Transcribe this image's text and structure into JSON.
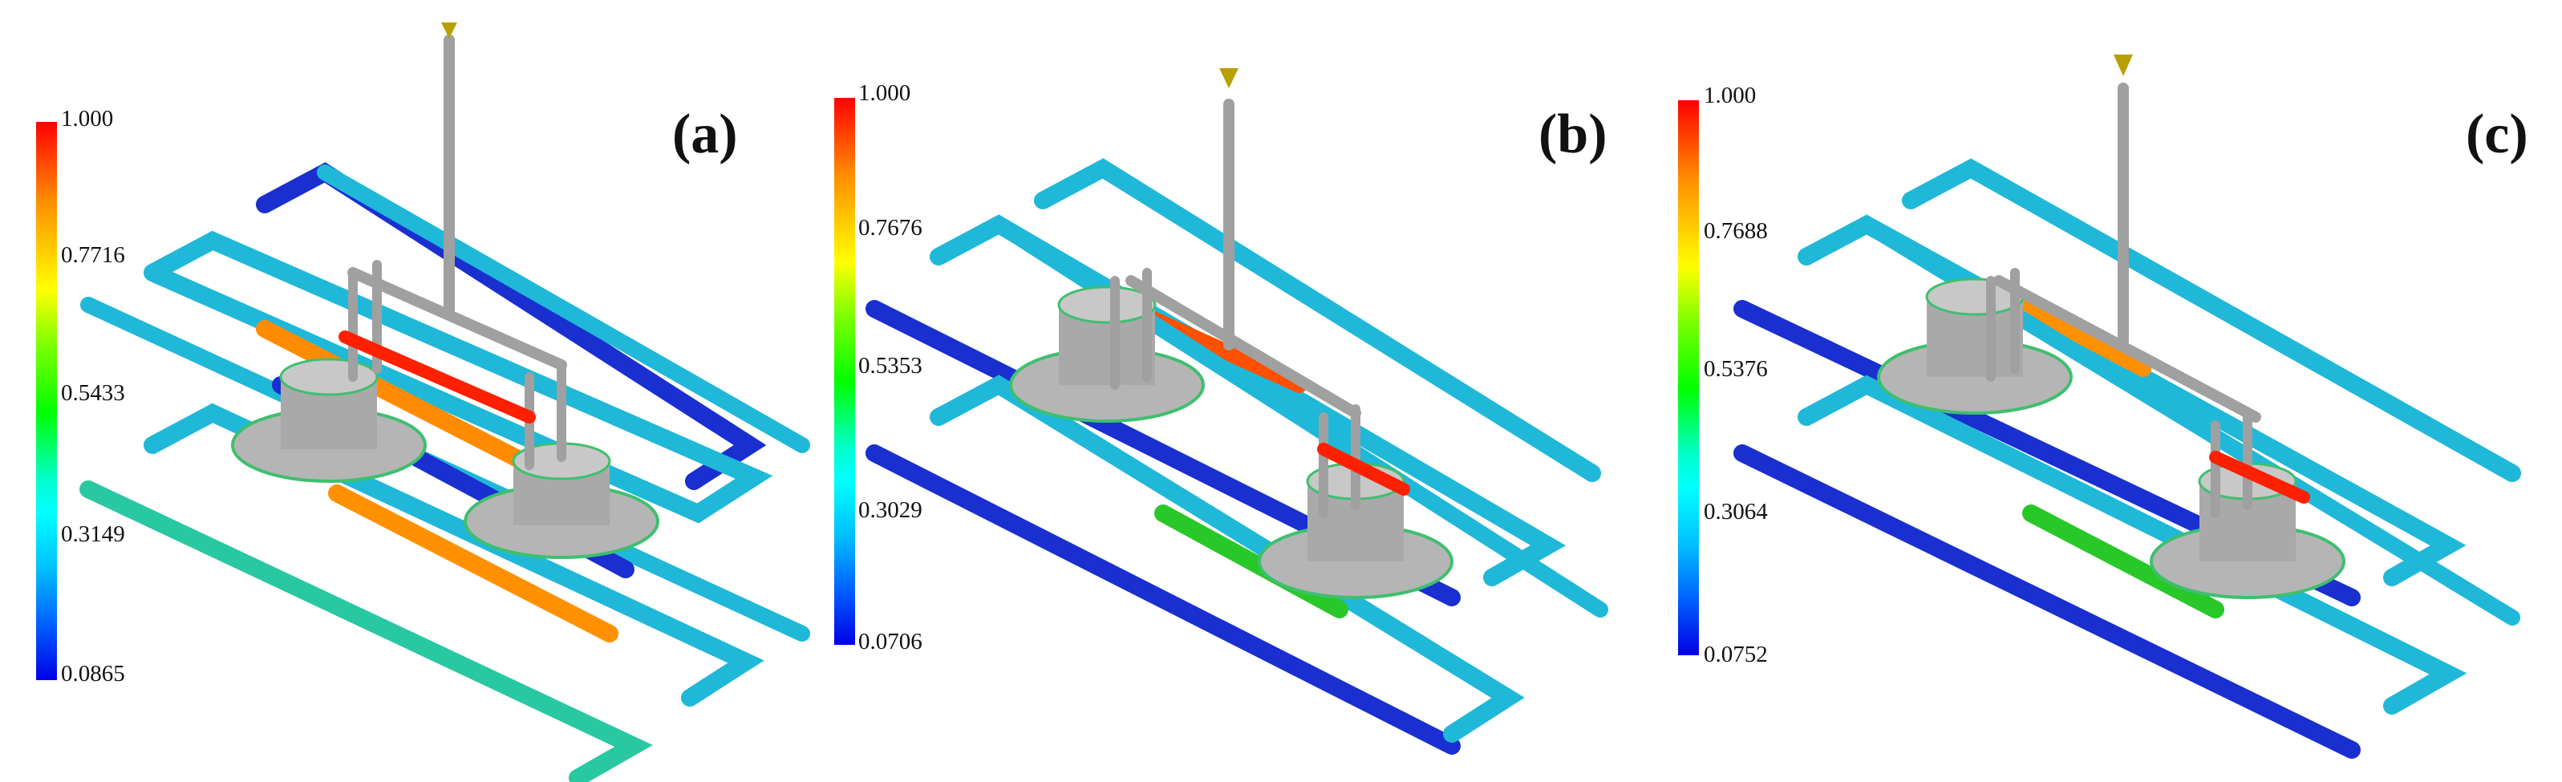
{
  "panels": [
    {
      "label": "(a)",
      "ticks": [
        "1.000",
        "0.7716",
        "0.5433",
        "0.3149",
        "0.0865"
      ]
    },
    {
      "label": "(b)",
      "ticks": [
        "1.000",
        "0.7676",
        "0.5353",
        "0.3029",
        "0.0706"
      ]
    },
    {
      "label": "(c)",
      "ticks": [
        "1.000",
        "0.7688",
        "0.5376",
        "0.3064",
        "0.0752"
      ]
    }
  ],
  "colors": {
    "pipe_high": "#ff1a00",
    "pipe_mid": "#ffd000",
    "pipe_green": "#28c828",
    "pipe_cyan": "#1fb8d8",
    "pipe_low": "#1a2fd0",
    "metal": "#a9a9a9",
    "metal_dark": "#808080",
    "flange_green": "#3fbf6f"
  }
}
